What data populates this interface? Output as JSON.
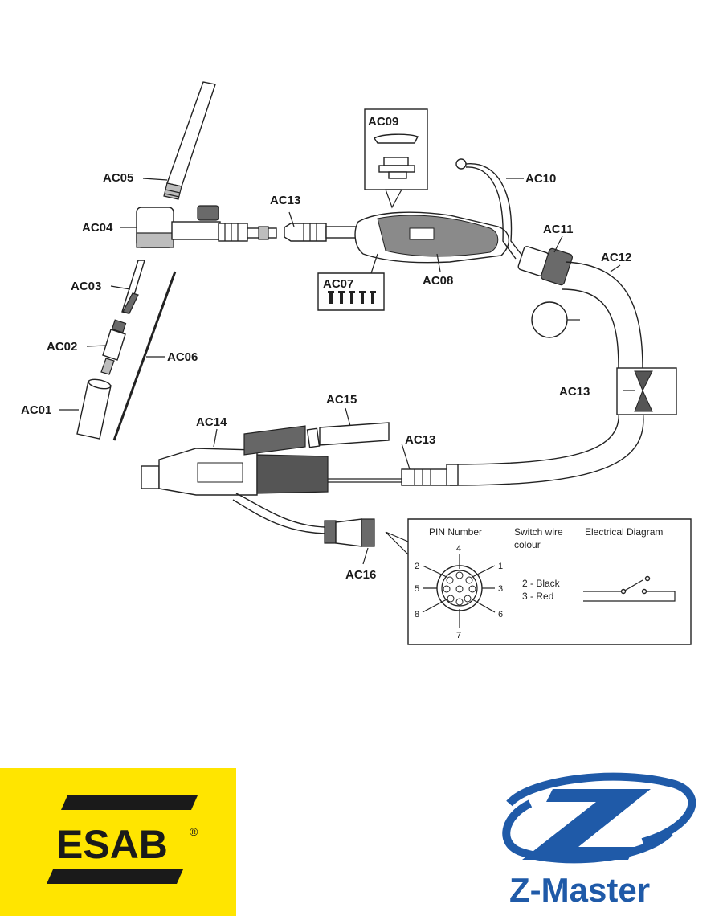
{
  "labels": {
    "ac01": "AC01",
    "ac02": "AC02",
    "ac03": "AC03",
    "ac04": "AC04",
    "ac05": "AC05",
    "ac06": "AC06",
    "ac07": "AC07",
    "ac08": "AC08",
    "ac09": "AC09",
    "ac10": "AC10",
    "ac11": "AC11",
    "ac12": "AC12",
    "ac13_top": "AC13",
    "ac13_right": "AC13",
    "ac13_bottom": "AC13",
    "ac14": "AC14",
    "ac15": "AC15",
    "ac16": "AC16"
  },
  "pin_table": {
    "header_pin": "PIN Number",
    "header_switch_1": "Switch wire",
    "header_switch_2": "colour",
    "header_diagram": "Electrical Diagram",
    "wire_1": "2 - Black",
    "wire_2": "3 - Red",
    "pins": [
      "1",
      "2",
      "3",
      "4",
      "5",
      "6",
      "7",
      "8"
    ]
  },
  "logos": {
    "esab_text": "ESAB",
    "esab_mark": "®",
    "esab_bg": "#ffe500",
    "zmaster_text": "Z-Master",
    "zmaster_color": "#1f5aa8"
  }
}
